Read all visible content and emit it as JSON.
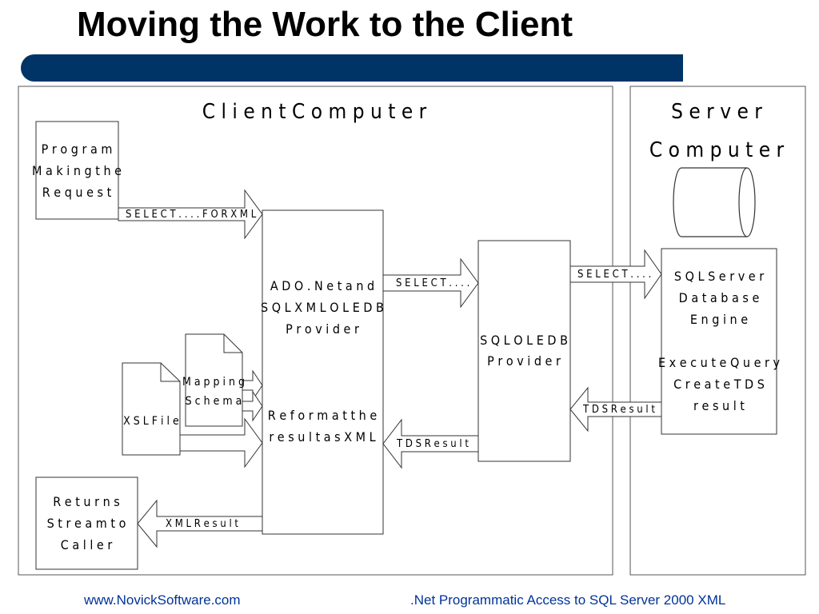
{
  "slide": {
    "title": "Moving the Work to the Client",
    "footer_left": "www.NovickSoftware.com",
    "footer_right": ".Net Programmatic Access to SQL Server 2000 XML",
    "accent_color": "#003366",
    "footer_color": "#003399"
  },
  "regions": {
    "client": "C l i e n t   C o m p u t e r",
    "server": [
      "S e r v e r",
      "C o m p u t e r"
    ]
  },
  "boxes": {
    "program": [
      "P r o g r a m",
      "M a k i n g   t h e",
      "R e q u e s t"
    ],
    "ado": [
      "A D O . N e t  a n d",
      "S Q L X M L O L E D B",
      "P r o v i d e r"
    ],
    "reformat": [
      "R e f o r m  a t  t h e",
      "r e s u l t  a s  X M L"
    ],
    "mapping": [
      "M a p p i n g",
      "S c h e m a"
    ],
    "xsl": "X S L   F i l e",
    "returns": [
      "R e t u r n s",
      "S t r e a m   t o",
      "C a l l e r"
    ],
    "sqloledb": [
      "S Q L O L E D B",
      "P r o v i d e r"
    ],
    "sqlserver": [
      "S Q L   S e r v e r",
      "D a t a b a s e",
      "E n g i n e",
      "",
      "E x e c u t e   Q u e r y",
      "C r e a t e   T D S",
      "r e s u l t"
    ]
  },
  "arrows": {
    "select_for_xml": "S E L E C T  . . . .  F O R  X M L",
    "select1": "S E L E C T  . . . .",
    "select2": "S E L E C T  . . . .",
    "tds_result1": "T D S   R e s u l t",
    "tds_result2": "T D S   R e s u l t",
    "xml_result": "X M L   R e s u l t"
  }
}
